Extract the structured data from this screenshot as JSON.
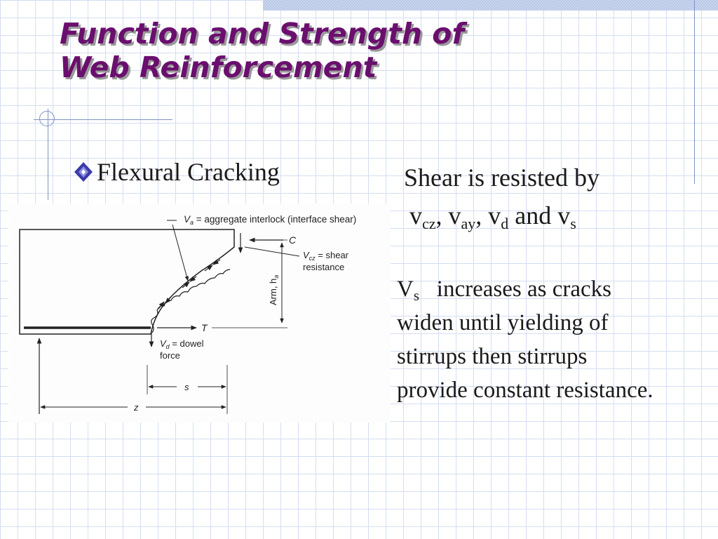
{
  "title": {
    "line1": "Function and Strength of",
    "line2": "Web Reinforcement"
  },
  "bullet": {
    "icon": "diamond-bullet-icon",
    "text": "Flexural Cracking"
  },
  "shear": {
    "line1": "Shear is resisted by",
    "v": "v",
    "sub_cz": "cz",
    "sub_ay": "ay",
    "sub_d": "d",
    "sub_s": "s",
    "comma": ",",
    "and": "and"
  },
  "vs_text": {
    "V": "V",
    "sub_s": "s",
    "lead": "   increases as cracks",
    "rest": "widen until yielding of stirrups then stirrups provide constant resistance."
  },
  "figure": {
    "va_sym": "V",
    "va_sub": "a",
    "va_rest": " = aggregate interlock (interface shear)",
    "c_label": "C",
    "vcz_sym": "V",
    "vcz_sub": "cz",
    "vcz_rest": " = shear",
    "vcz_rest2": "resistance",
    "arm_label": "Arm, h",
    "arm_sub": "a",
    "t_label": "T",
    "vd_sym": "V",
    "vd_sub": "d",
    "vd_rest": " = dowel",
    "vd_rest2": "force",
    "s_label": "s",
    "z_label": "z"
  },
  "colors": {
    "title": "#6a0f6e",
    "title_shadow": "#9a9a9a",
    "grid": "#d4def0",
    "accent_rule": "#7f93c4",
    "bullet": "#3b3aa8",
    "text": "#1a1a1a"
  }
}
